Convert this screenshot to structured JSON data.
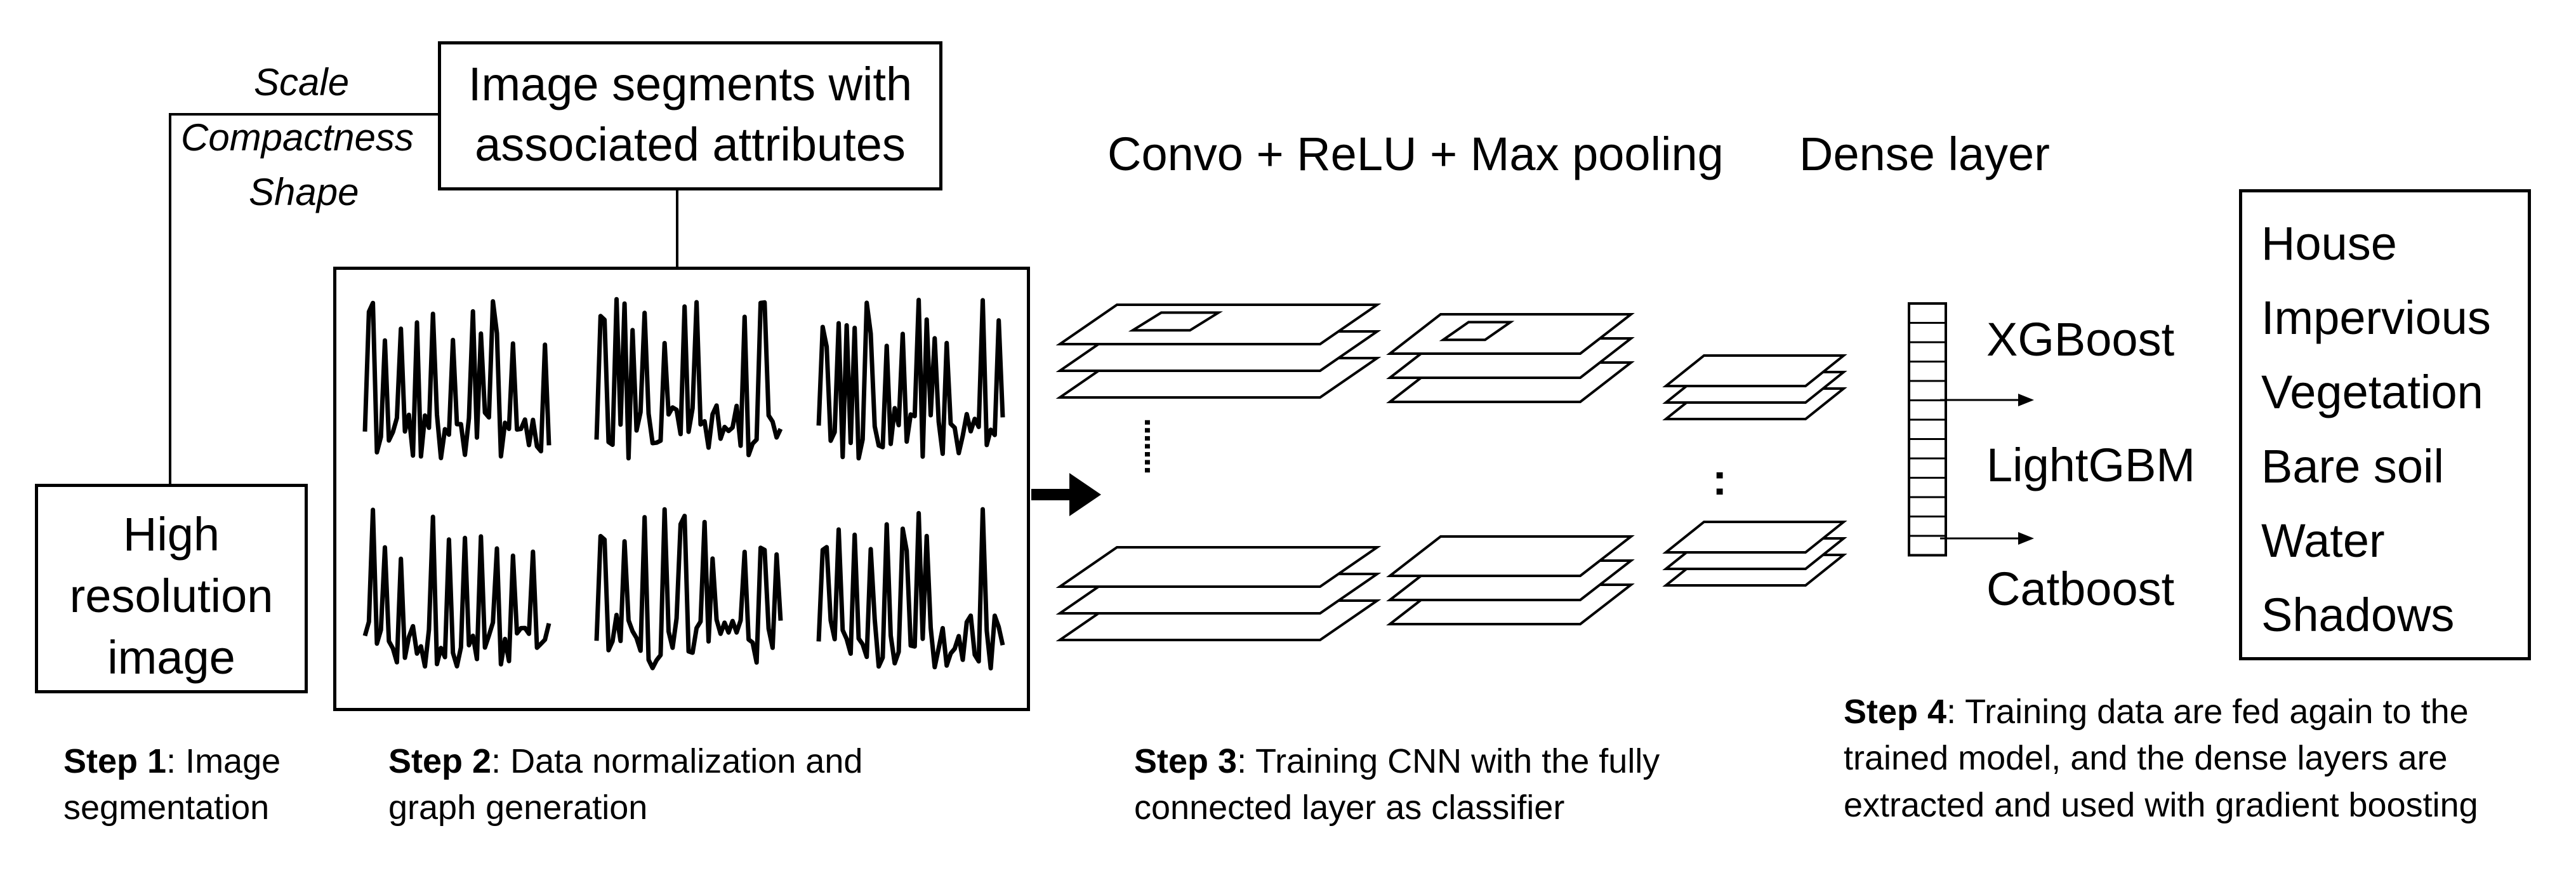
{
  "step1": {
    "box_lines": [
      "High",
      "resolution",
      "image"
    ],
    "caption_bold": "Step 1",
    "caption_rest": [
      ": Image",
      "segmentation"
    ]
  },
  "params": [
    "Scale",
    "Compactness",
    "Shape"
  ],
  "segments_box": [
    "Image segments with",
    "associated attributes"
  ],
  "step2": {
    "caption_bold": "Step 2",
    "caption_rest": [
      ": Data normalization and",
      "graph generation"
    ]
  },
  "cnn_label": "Convo + ReLU + Max pooling",
  "dense_label": "Dense layer",
  "layer_dots_1": ".......",
  "layer_dots_2": ":",
  "step3": {
    "caption_bold": "Step 3",
    "caption_rest": [
      ": Training CNN with the fully",
      "connected layer as classifier"
    ]
  },
  "boosting": [
    "XGBoost",
    "LightGBM",
    "Catboost"
  ],
  "classes": [
    "House",
    "Impervious",
    "Vegetation",
    "Bare soil",
    "Water",
    "Shadows"
  ],
  "step4": {
    "caption_bold": "Step 4",
    "caption_rest": [
      ": Training data are fed again to the",
      "trained model, and the dense layers are",
      "extracted and used with gradient boosting"
    ]
  }
}
